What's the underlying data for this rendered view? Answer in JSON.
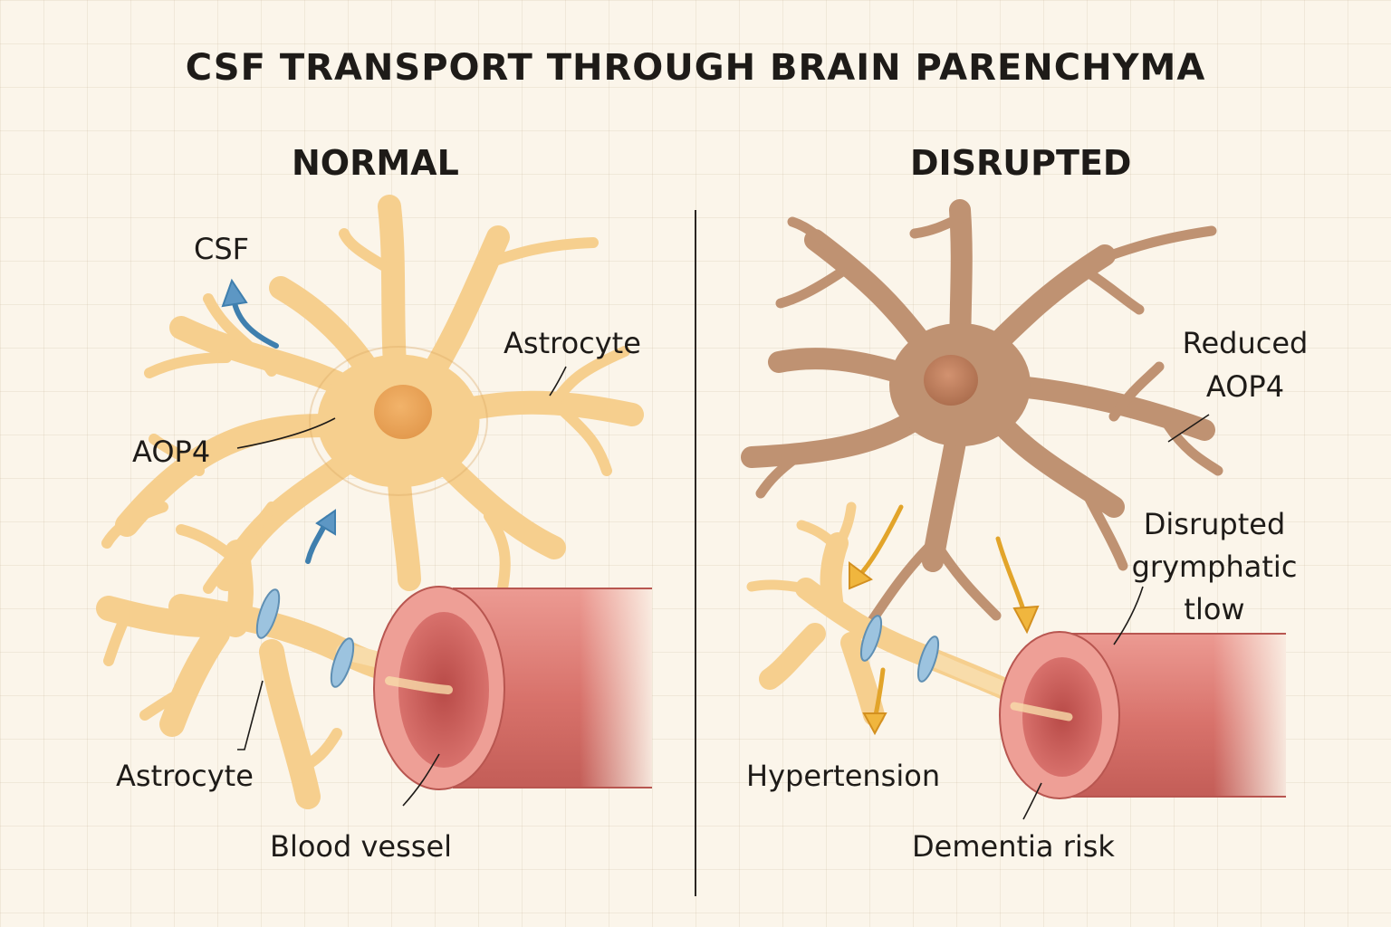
{
  "title": "CSF TRANSPORT THROUGH BRAIN PARENCHYMA",
  "panels": {
    "normal": {
      "heading": "NORMAL",
      "labels": {
        "csf": "CSF",
        "astrocyte_top": "Astrocyte",
        "aop4": "AOP4",
        "astrocyte_bottom": "Astrocyte",
        "blood_vessel": "Blood vessel"
      }
    },
    "disrupted": {
      "heading": "DISRUPTED",
      "labels": {
        "reduced_aop4_line1": "Reduced",
        "reduced_aop4_line2": "AOP4",
        "disrupted_flow_line1": "Disrupted",
        "disrupted_flow_line2": "grymphatic",
        "disrupted_flow_line3": "tlow",
        "hypertension": "Hypertension",
        "dementia_risk": "Dementia risk"
      }
    }
  },
  "colors": {
    "healthy_astrocyte": "#f6cf8e",
    "healthy_astrocyte_outline": "#d9a562",
    "diseased_astrocyte": "#bf9272",
    "diseased_astrocyte_outline": "#96694e",
    "vessel_wall": "#d9756f",
    "vessel_lumen": "#c45652",
    "aqp4_channel": "#9cc3df",
    "csf_arrow": "#3f7fae",
    "disrupted_arrow": "#e2a42a",
    "background": "#fbf5ea"
  },
  "icons": [
    "astrocyte-cell",
    "blood-vessel",
    "aqp4-channel",
    "csf-flow-arrow",
    "disrupted-flow-arrow"
  ]
}
